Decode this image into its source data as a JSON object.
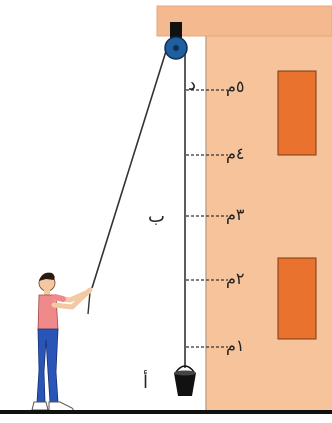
{
  "figure": {
    "point_labels": {
      "top_pulley": "د",
      "middle": "ب",
      "ground": "أ"
    },
    "height_marks": [
      "٥م",
      "٤م",
      "٣م",
      "٢م",
      "١م"
    ],
    "colors": {
      "building_wall": "#f7c39a",
      "building_roof": "#f5b98f",
      "window": "#e8722e",
      "rope": "#333333",
      "pulley": "#1f5fa0",
      "shirt": "#f08a8a",
      "pants": "#2a55b8",
      "ground_line": "#111111"
    },
    "icons": {
      "pulley": "pulley-icon",
      "bucket": "bucket-icon",
      "person": "person-pulling-rope"
    }
  }
}
